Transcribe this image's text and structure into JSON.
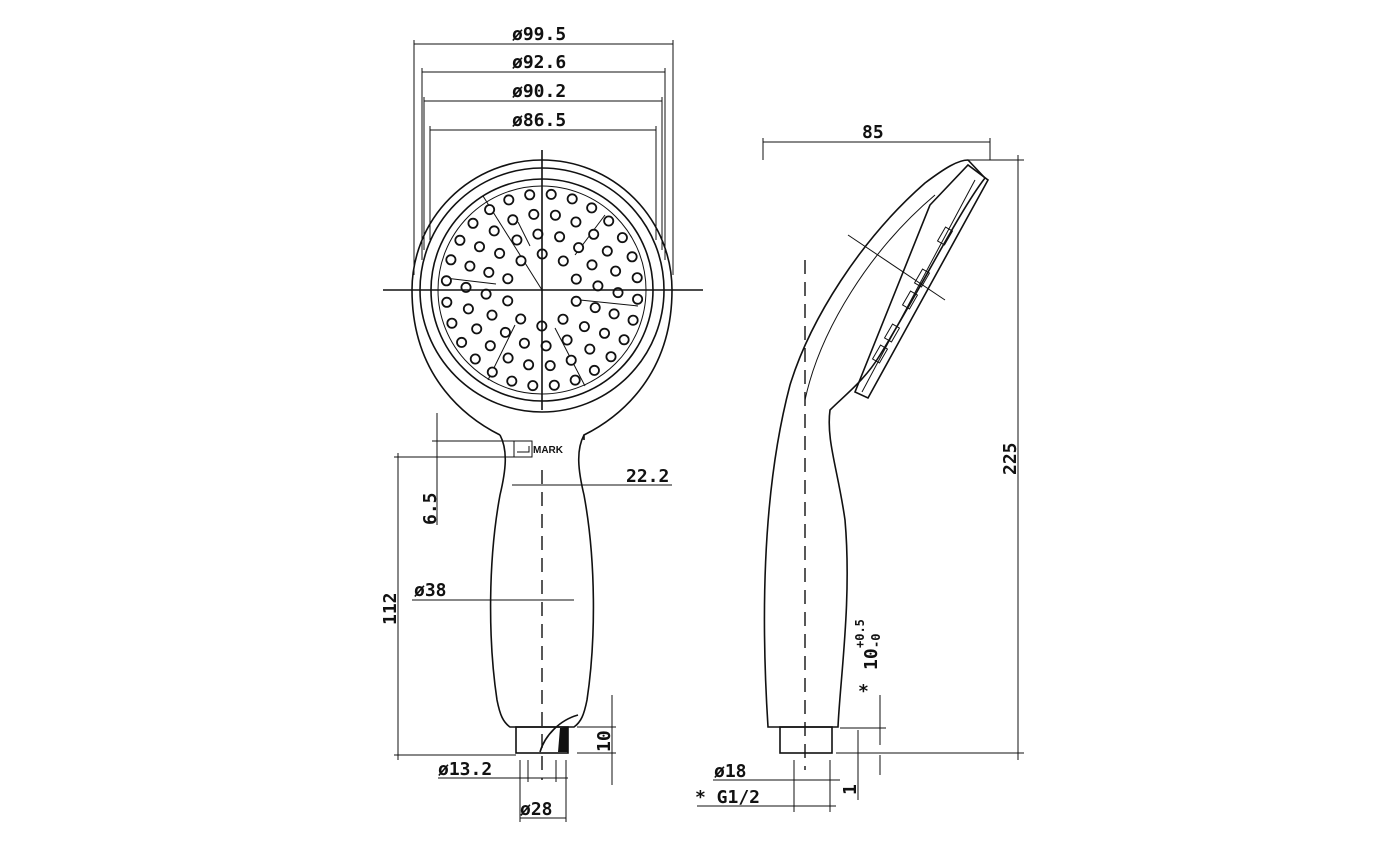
{
  "front_view": {
    "dims": {
      "d1": "ø99.5",
      "d2": "ø92.6",
      "d3": "ø90.2",
      "d4": "ø86.5",
      "neck": "22.2",
      "offset": "6.5",
      "handle_length": "112",
      "handle_dia": "ø38",
      "end_height": "10",
      "end_inner": "ø13.2",
      "end_outer": "ø28"
    },
    "logo_text": "MARK"
  },
  "side_view": {
    "dims": {
      "depth": "85",
      "length": "225",
      "tol_main": "10",
      "tol_upper": "+0.5",
      "tol_lower": "-0",
      "star": "*",
      "inlet_dia": "ø18",
      "thread": "* G1/2",
      "step": "1"
    }
  }
}
